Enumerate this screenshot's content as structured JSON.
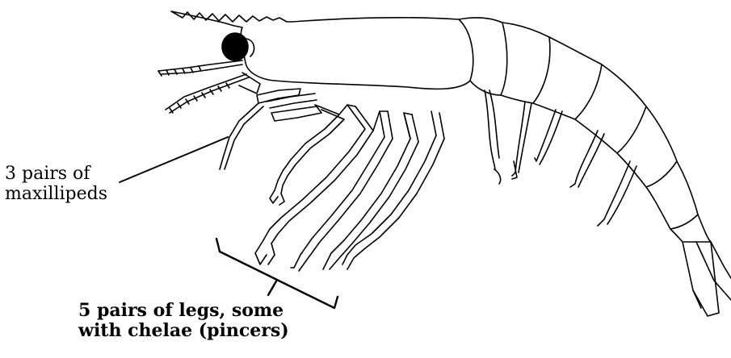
{
  "labels": {
    "maxillipeds": {
      "line1": "3 pairs of",
      "line2": "maxillipeds"
    },
    "legs": {
      "line1": "5 pairs of legs, some",
      "line2": "with chelae (pincers)"
    }
  },
  "colors": {
    "ink": "#000000",
    "paper": "#ffffff"
  }
}
